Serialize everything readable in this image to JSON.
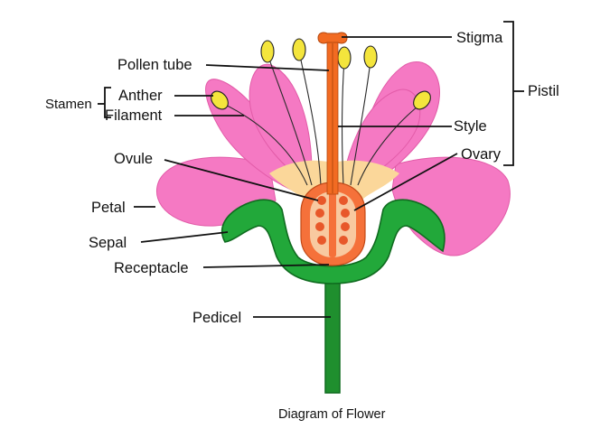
{
  "caption": "Diagram of Flower",
  "labels": {
    "stigma": "Stigma",
    "pistil": "Pistil",
    "pollen_tube": "Pollen tube",
    "stamen": "Stamen",
    "anther": "Anther",
    "filament": "Filament",
    "style": "Style",
    "ovary": "Ovary",
    "ovule": "Ovule",
    "petal": "Petal",
    "sepal": "Sepal",
    "receptacle": "Receptacle",
    "pedicel": "Pedicel"
  },
  "colors": {
    "petal": "#f579c3",
    "sepal": "#22a83a",
    "sepal_outline": "#0f6b1f",
    "stem": "#1f8f2e",
    "pollen_zone": "#fbd79a",
    "ovary": "#f5713a",
    "ovary_inner": "#f8c9a0",
    "ovule": "#e8582a",
    "style": "#f26b22",
    "anther": "#f4e53c"
  }
}
